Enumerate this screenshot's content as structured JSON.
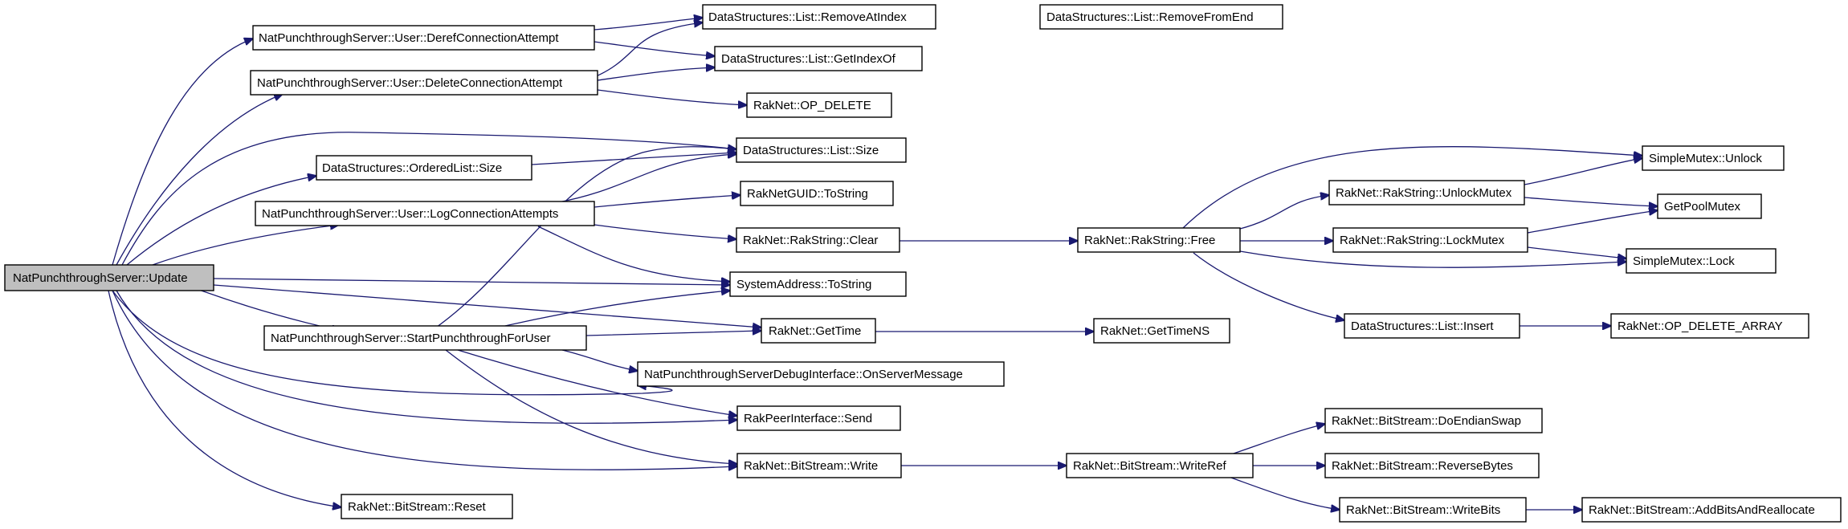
{
  "colors": {
    "edge": "#191970",
    "root_fill": "#bfbfbf",
    "node_fill": "#ffffff",
    "border": "#000000"
  },
  "nodes": {
    "update": "NatPunchthroughServer::Update",
    "deref": "NatPunchthroughServer::User::DerefConnectionAttempt",
    "delete_attempt": "NatPunchthroughServer::User::DeleteConnectionAttempt",
    "ordered_size": "DataStructures::OrderedList::Size",
    "log_attempts": "NatPunchthroughServer::User::LogConnectionAttempts",
    "start_punch": "NatPunchthroughServer::StartPunchthroughForUser",
    "bs_reset": "RakNet::BitStream::Reset",
    "remove_at_index": "DataStructures::List::RemoveAtIndex",
    "remove_from_end": "DataStructures::List::RemoveFromEnd",
    "get_index_of": "DataStructures::List::GetIndexOf",
    "op_delete": "RakNet::OP_DELETE",
    "list_size": "DataStructures::List::Size",
    "guid_tostring": "RakNetGUID::ToString",
    "rakstring_clear": "RakNet::RakString::Clear",
    "sysaddr_tostring": "SystemAddress::ToString",
    "get_time": "RakNet::GetTime",
    "debug_onserver": "NatPunchthroughServerDebugInterface::OnServerMessage",
    "peer_send": "RakPeerInterface::Send",
    "bs_write": "RakNet::BitStream::Write",
    "rakstring_free": "RakNet::RakString::Free",
    "get_time_ns": "RakNet::GetTimeNS",
    "bs_writeref": "RakNet::BitStream::WriteRef",
    "unlock_mutex": "RakNet::RakString::UnlockMutex",
    "lock_mutex": "RakNet::RakString::LockMutex",
    "list_insert": "DataStructures::List::Insert",
    "do_endian_swap": "RakNet::BitStream::DoEndianSwap",
    "reverse_bytes": "RakNet::BitStream::ReverseBytes",
    "write_bits": "RakNet::BitStream::WriteBits",
    "simplemutex_unlock": "SimpleMutex::Unlock",
    "get_pool_mutex": "GetPoolMutex",
    "simplemutex_lock": "SimpleMutex::Lock",
    "op_delete_array": "RakNet::OP_DELETE_ARRAY",
    "add_bits_realloc": "RakNet::BitStream::AddBitsAndReallocate"
  }
}
